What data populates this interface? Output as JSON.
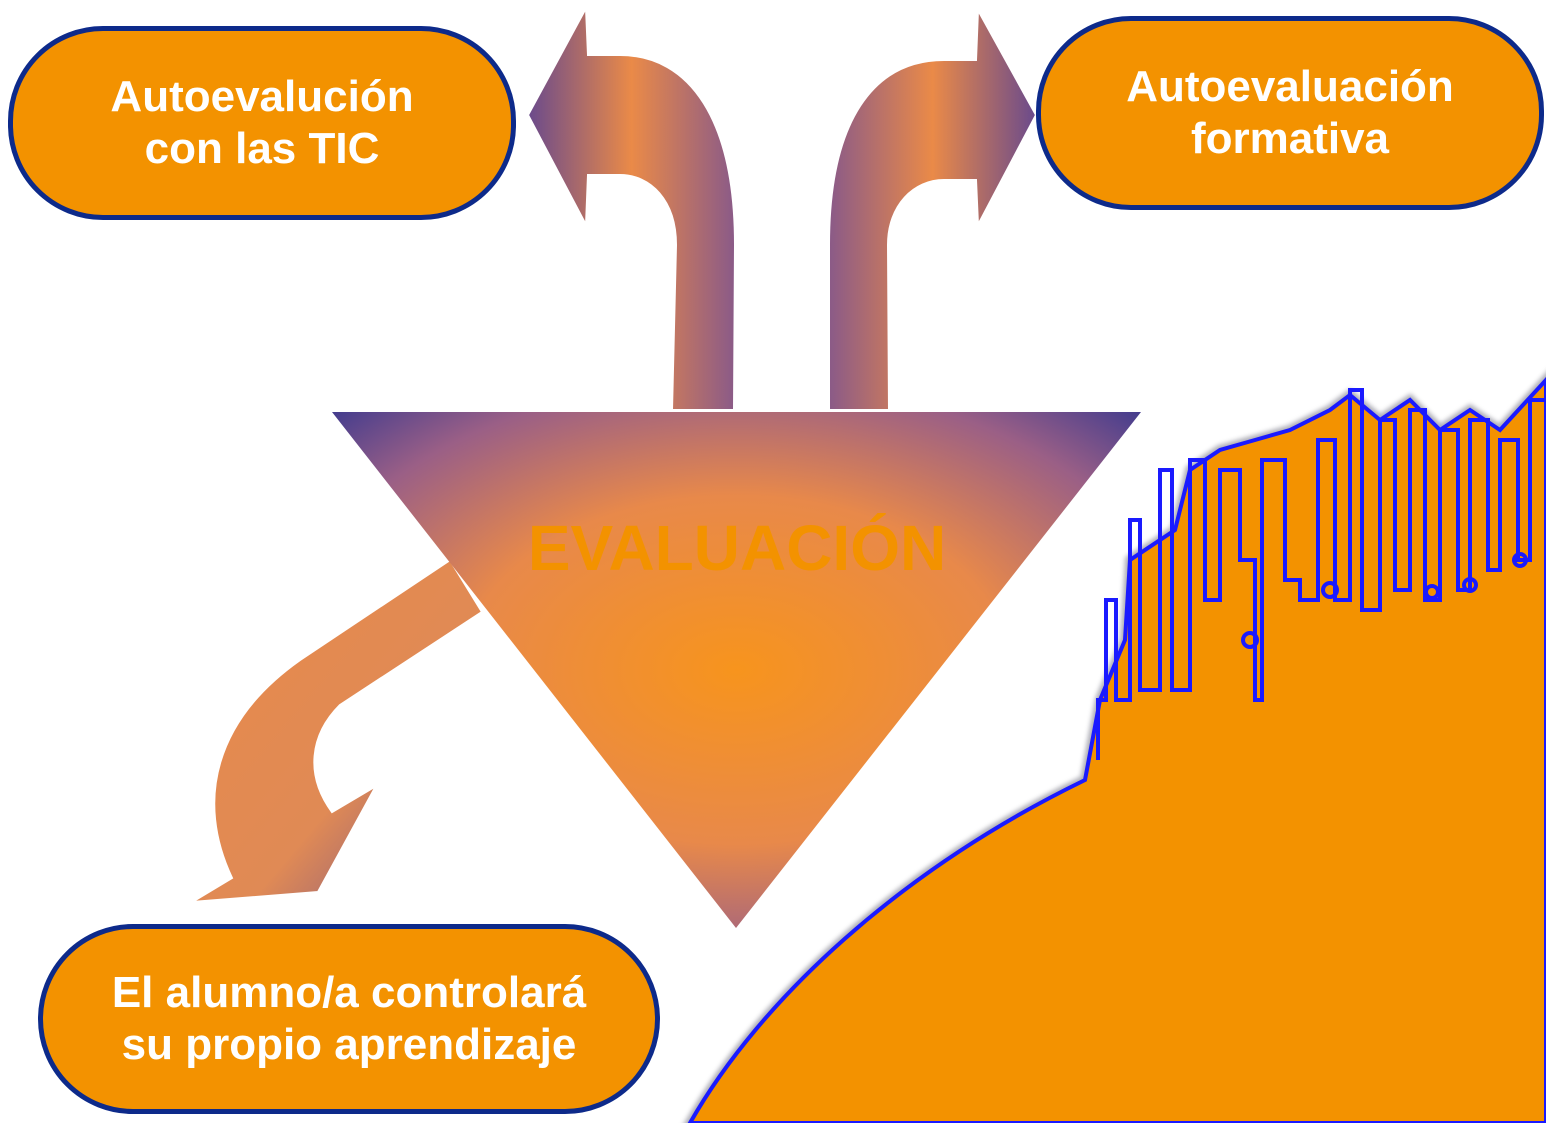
{
  "diagram": {
    "center_label": "EVALUACIÓN",
    "nodes": {
      "top_left": "Autoevalución\ncon las TIC",
      "top_right": "Autoevaluación\nformativa",
      "bottom_left": "El alumno/a controlará\nsu propio aprendizaje"
    }
  },
  "colors": {
    "orange": "#f39200",
    "navy": "#0d2a8a",
    "purple": "#5a4a8c",
    "blue_outline": "#1a1aff",
    "text_white": "#ffffff"
  }
}
